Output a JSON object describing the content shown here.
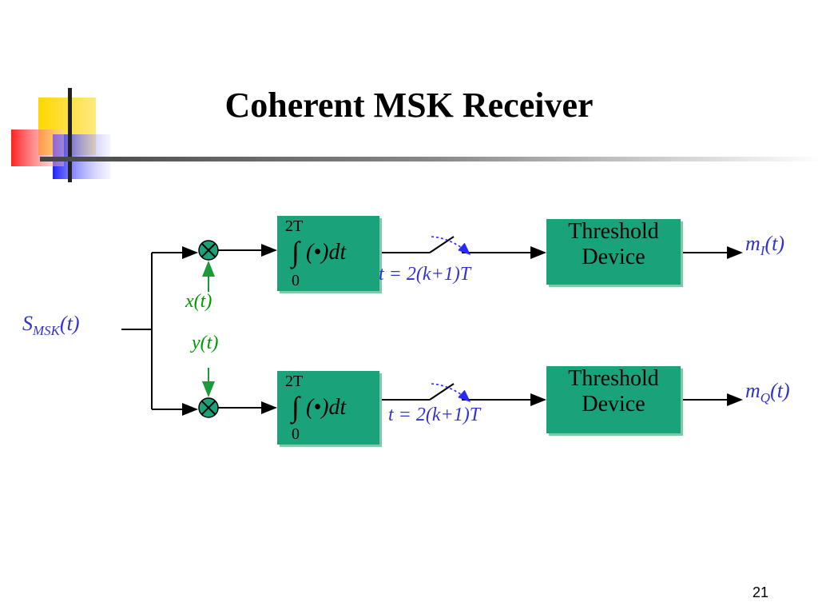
{
  "title": "Coherent MSK  Receiver",
  "slide_number": "21",
  "input": {
    "base": "S",
    "sub": "MSK",
    "suffix": "(t)"
  },
  "x_label": "x(t)",
  "y_label": "y(t)",
  "integrator": {
    "upper": "2T",
    "lower": "0",
    "sign": "∫",
    "expr": "(•)dt"
  },
  "sample_top": "t = 2(k+1)T",
  "sample_bottom": "t = 2(k+1)T",
  "threshold_line1": "Threshold",
  "threshold_line2": "Device",
  "output_top": {
    "base": "m",
    "sub": "I",
    "suffix": "(t)"
  },
  "output_bottom": {
    "base": "m",
    "sub": "Q",
    "suffix": "(t)"
  },
  "colors": {
    "box": "#1aa37a",
    "signal_text": "#3333cc",
    "carrier_text": "#009900",
    "mixer": "#1aa37a"
  }
}
